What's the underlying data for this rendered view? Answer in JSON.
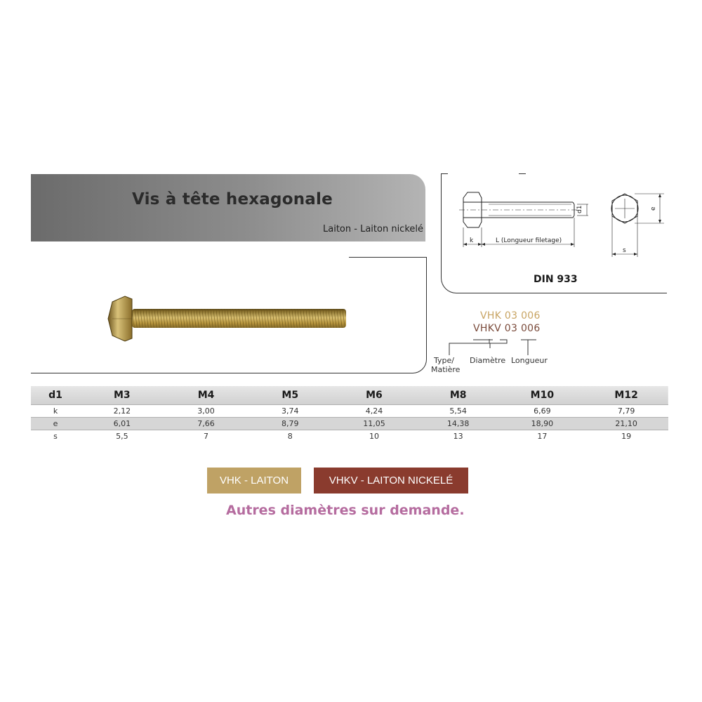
{
  "header": {
    "title": "Vis à tête hexagonale",
    "subtitle": "Laiton - Laiton nickelé"
  },
  "drawing": {
    "standard": "DIN 933",
    "labels": {
      "k": "k",
      "length": "L (Longueur filetage)",
      "d1": "d1",
      "e": "e",
      "s": "s"
    }
  },
  "product_code": {
    "brass": "VHK 03 006",
    "nickel": "VHKV 03 006",
    "legend_type": "Type/",
    "legend_material": "Matière",
    "legend_diameter": "Diamètre",
    "legend_length": "Longueur"
  },
  "table": {
    "headers": [
      "d1",
      "M3",
      "M4",
      "M5",
      "M6",
      "M8",
      "M10",
      "M12"
    ],
    "rows": [
      [
        "k",
        "2,12",
        "3,00",
        "3,74",
        "4,24",
        "5,54",
        "6,69",
        "7,79"
      ],
      [
        "e",
        "6,01",
        "7,66",
        "8,79",
        "11,05",
        "14,38",
        "18,90",
        "21,10"
      ],
      [
        "s",
        "5,5",
        "7",
        "8",
        "10",
        "13",
        "17",
        "19"
      ]
    ]
  },
  "badges": {
    "brass": "VHK - LAITON",
    "nickel": "VHKV - LAITON NICKELÉ"
  },
  "note": "Autres diamètres sur demande.",
  "colors": {
    "brass": "#bfa265",
    "nickel": "#8a3b2e",
    "note": "#b56c9f",
    "header_band": "#8d8d8d"
  }
}
